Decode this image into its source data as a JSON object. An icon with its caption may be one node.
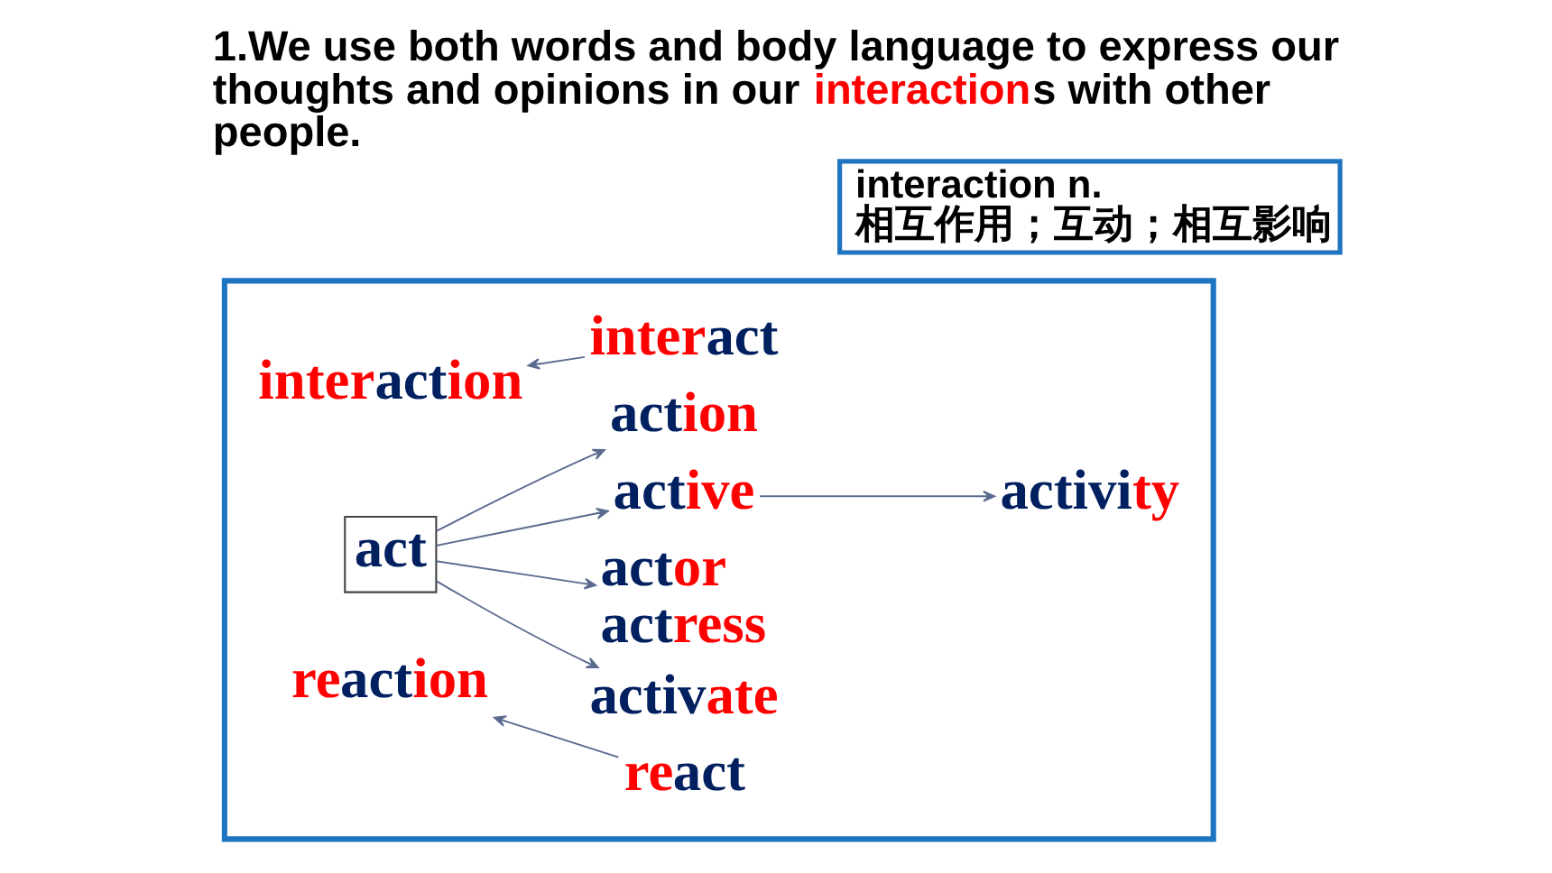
{
  "diagram": {
    "title": "1.We use both words and body language to express our thoughts and opinions in our interactions with other people.",
    "nodes": [
      {
        "text": [
          "interaction n. 相互作用；互动；相互影响"
        ]
      },
      {
        "text": [],
        "shape": "box"
      },
      {
        "text": [
          "interaction"
        ],
        "in": 1
      },
      {
        "text": [
          "interact"
        ],
        "in": 1
      },
      {
        "text": [
          "act"
        ],
        "in": 1
      },
      {
        "text": [
          "action"
        ],
        "in": 1
      },
      {
        "text": [
          "active"
        ],
        "in": 1
      },
      {
        "text": [
          "activity"
        ],
        "in": 1
      },
      {
        "text": [
          "actor",
          "actress"
        ],
        "in": 1
      },
      {
        "text": [
          "activate"
        ],
        "in": 1
      },
      {
        "text": [
          "reaction"
        ],
        "in": 1
      },
      {
        "text": [
          "react"
        ],
        "in": 1
      }
    ],
    "edges": [
      {
        "from": 3,
        "to": 2,
        "arrow": "to"
      },
      {
        "from": 4,
        "to": 5,
        "arrow": "to"
      },
      {
        "from": 4,
        "to": 6,
        "arrow": "to"
      },
      {
        "from": 6,
        "to": 7,
        "arrow": "to"
      },
      {
        "from": 4,
        "to": 8,
        "arrow": "to"
      },
      {
        "from": 4,
        "to": 9,
        "arrow": "to"
      },
      {
        "from": 11,
        "to": 10,
        "arrow": "to"
      }
    ]
  }
}
